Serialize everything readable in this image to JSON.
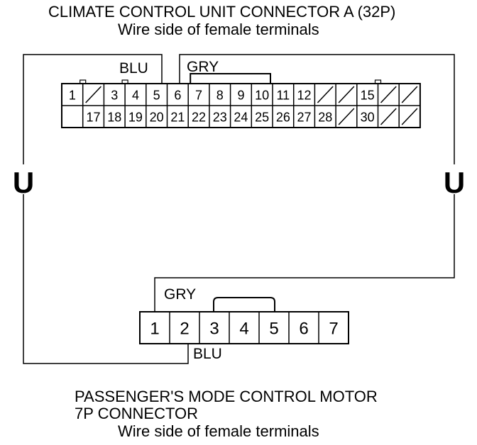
{
  "connector_a": {
    "title": "CLIMATE CONTROL UNIT CONNECTOR A (32P)",
    "subtitle": "Wire side of female terminals",
    "top_row": [
      "1",
      "",
      "3",
      "4",
      "5",
      "6",
      "7",
      "8",
      "9",
      "10",
      "11",
      "12",
      "",
      "",
      "15",
      "",
      ""
    ],
    "bottom_row": [
      "",
      "17",
      "18",
      "19",
      "20",
      "21",
      "22",
      "23",
      "24",
      "25",
      "26",
      "27",
      "28",
      "",
      "30",
      "",
      ""
    ]
  },
  "wires": {
    "blu_label": "BLU",
    "gry_label": "GRY"
  },
  "motor_connector": {
    "title_line1": "PASSENGER'S MODE CONTROL MOTOR",
    "title_line2": "7P CONNECTOR",
    "subtitle": "Wire side of female terminals",
    "pins": [
      "1",
      "2",
      "3",
      "4",
      "5",
      "6",
      "7"
    ]
  },
  "loop_symbol": "U"
}
